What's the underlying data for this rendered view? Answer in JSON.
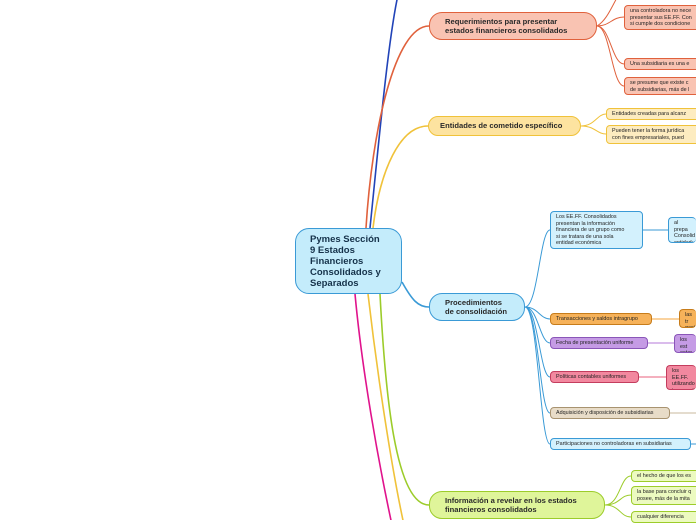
{
  "root": {
    "title": "Pymes Sección\n9 Estados\nFinancieros\nConsolidados y\nSeparados"
  },
  "colors": {
    "blue_border": "#3a9ad6",
    "blue_fill": "#c4ecfb",
    "blue_light": "#d3f1fd",
    "red_border": "#e0613c",
    "red_fill": "#f9c3b2",
    "yellow_border": "#f0c23a",
    "yellow_fill": "#fde3a0",
    "yellow_light": "#fdecc0",
    "green_border": "#9ccc2a",
    "green_fill": "#dff59a",
    "green_light": "#ecfac0",
    "orange_fill": "#f6b25a",
    "purple_fill": "#c59be5",
    "pink_fill": "#f2889f",
    "tan_fill": "#e8dcc8",
    "magenta_line": "#e0138c",
    "navy_line": "#2143b8"
  },
  "branches": [
    {
      "label": "Requerimientos para presentar\nestados financieros consolidados",
      "children": [
        "una controladora no nece\npresentar sus EE.FF. Con\nsi cumple dos condicione",
        "Una subsidiaria es una e",
        "se presume que existe c\nde subsidiarias, más de l"
      ]
    },
    {
      "label": "Entidades de cometido específico",
      "children": [
        "Entidades creadas para alcanz",
        "Pueden tener la forma jurídica\ncon fines empresariales, pued"
      ]
    },
    {
      "label": "Procedimientos\nde consolidación",
      "children": [
        {
          "label": "Los EE.FF. Consolidados\npresentan la información\nfinanciera de un grupo como\nsi se tratara de una sola\nentidad económica",
          "detail": "al prepa\nConsolid\nentidad:"
        },
        {
          "label": "Transacciones y saldos intragrupo",
          "detail": "las tr\ngasto"
        },
        {
          "label": "Fecha de presentación uniforme",
          "detail": "los est\nestar r"
        },
        {
          "label": "Políticas contables uniformes",
          "detail": "los EE.FF.\nutilizando\ntransaccio"
        },
        {
          "label": "Adquisición y disposición de subsidiarias",
          "detail": ""
        },
        {
          "label": "Participaciones no controladoras en subsidiarias",
          "detail": ""
        }
      ]
    },
    {
      "label": "Información a revelar en los estados\nfinancieros consolidados",
      "children": [
        "el hecho de que los es",
        "la base para concluir q\nposee, más de la mita",
        "cualquier diferencia "
      ]
    }
  ]
}
